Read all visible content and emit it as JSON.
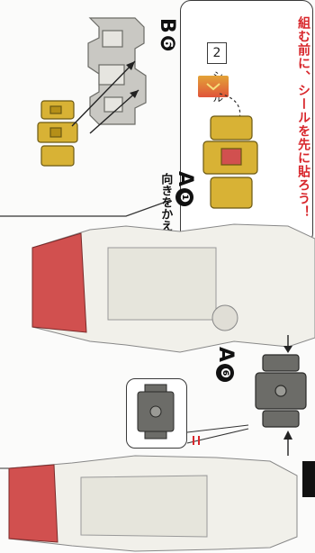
{
  "tip": {
    "heading": "組む前に、シールを先に貼ろう！",
    "sticker_number": "2",
    "sticker_label": "シール"
  },
  "steps": {
    "a1": {
      "letter": "A",
      "number": "❶"
    },
    "b6": {
      "letter": "B",
      "number": "❻"
    },
    "a6": {
      "letter": "A",
      "number": "❻"
    }
  },
  "notes": {
    "turn_orientation": "向きをかえます。"
  },
  "colors": {
    "accent_red": "#d8262b",
    "part_yellow": "#d8b235",
    "part_gray": "#6c6c68",
    "leg_white": "#f1f0ea",
    "leg_red": "#d1504f"
  }
}
